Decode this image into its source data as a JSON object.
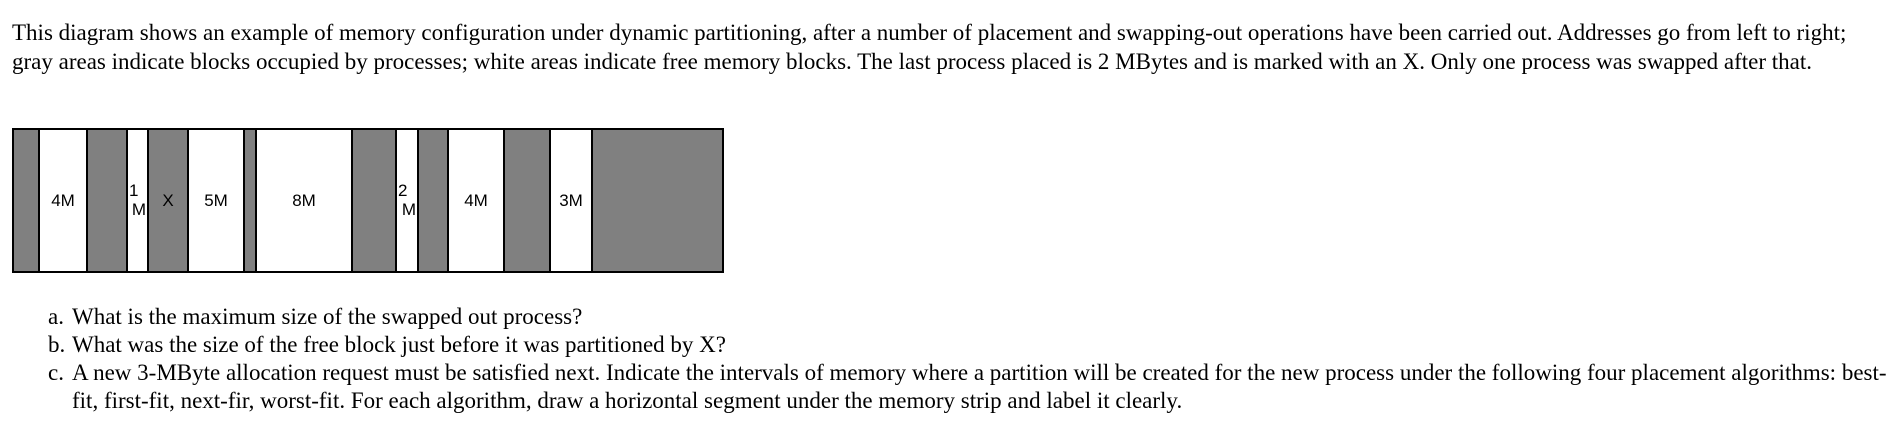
{
  "intro": "This diagram shows an example of memory configuration under dynamic partitioning, after a number of placement and swapping-out operations have been carried out. Addresses go from left to right; gray areas indicate blocks occupied by processes; white areas indicate free memory blocks. The last process placed is 2 MBytes and is marked with an X. Only one process was swapped after that.",
  "memory_strip": {
    "colors": {
      "used": "#808080",
      "free": "#ffffff",
      "border": "#000000"
    },
    "blocks": [
      {
        "type": "used",
        "label": ""
      },
      {
        "type": "free",
        "label": "4M"
      },
      {
        "type": "used",
        "label": ""
      },
      {
        "type": "free",
        "label_top": "1",
        "label_bottom": "M"
      },
      {
        "type": "used",
        "label": "X"
      },
      {
        "type": "free",
        "label": "5M"
      },
      {
        "type": "used",
        "label": ""
      },
      {
        "type": "free",
        "label": "8M"
      },
      {
        "type": "used",
        "label": ""
      },
      {
        "type": "free",
        "label_top": "2",
        "label_bottom": "M"
      },
      {
        "type": "used",
        "label": ""
      },
      {
        "type": "free",
        "label": "4M"
      },
      {
        "type": "used",
        "label": ""
      },
      {
        "type": "free",
        "label": "3M"
      },
      {
        "type": "used",
        "label": ""
      }
    ]
  },
  "questions": [
    {
      "letter": "a.",
      "text": "What is the maximum size of the swapped out process?"
    },
    {
      "letter": "b.",
      "text": "What was the size of the free block just before it was partitioned by X?"
    },
    {
      "letter": "c.",
      "text": "A new 3-MByte allocation request must be satisfied next. Indicate the intervals of memory where a partition will be created for the new process under the following four placement algorithms: best-fit, first-fit, next-fir, worst-fit. For each algorithm, draw a horizontal segment under the memory strip and label it clearly."
    }
  ]
}
